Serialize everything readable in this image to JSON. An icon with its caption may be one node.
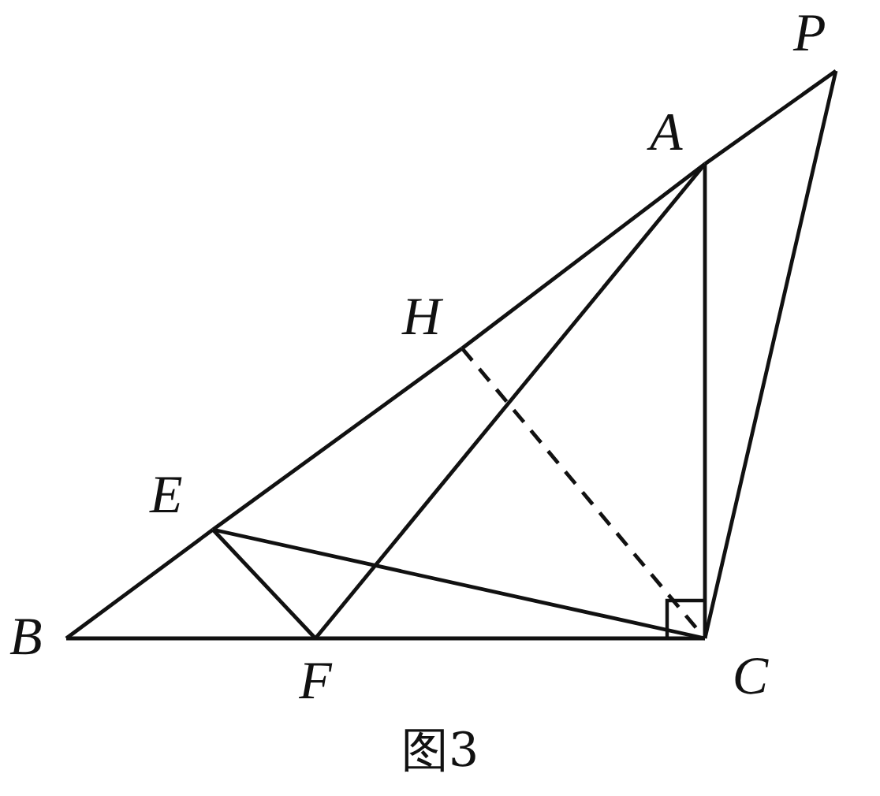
{
  "diagram": {
    "caption": "图3",
    "nodes": [
      {
        "text": [
          "P"
        ]
      },
      {
        "text": [
          "A"
        ]
      },
      {
        "text": [
          "H"
        ]
      },
      {
        "text": [
          "E"
        ]
      },
      {
        "text": [
          "B"
        ]
      },
      {
        "text": [
          "F"
        ]
      },
      {
        "text": [
          "C"
        ]
      }
    ],
    "edges": [
      {
        "from": 4,
        "to": 3,
        "arrow": "none"
      },
      {
        "from": 3,
        "to": 2,
        "arrow": "none"
      },
      {
        "from": 2,
        "to": 1,
        "arrow": "none"
      },
      {
        "from": 1,
        "to": 0,
        "arrow": "none"
      },
      {
        "from": 4,
        "to": 5,
        "arrow": "none"
      },
      {
        "from": 5,
        "to": 6,
        "arrow": "none"
      },
      {
        "from": 1,
        "to": 6,
        "arrow": "none"
      },
      {
        "from": 1,
        "to": 5,
        "arrow": "none"
      },
      {
        "from": 3,
        "to": 5,
        "arrow": "none"
      },
      {
        "from": 3,
        "to": 6,
        "arrow": "none"
      },
      {
        "from": 6,
        "to": 0,
        "arrow": "none"
      },
      {
        "from": 2,
        "to": 6,
        "arrow": "none",
        "style": "dashed"
      }
    ]
  }
}
